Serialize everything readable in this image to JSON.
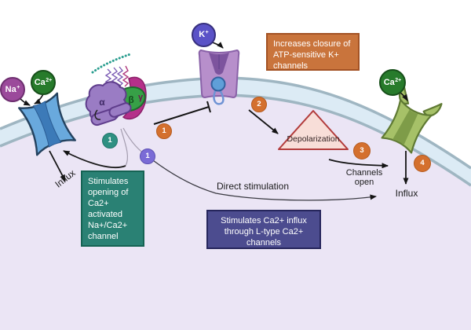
{
  "colors": {
    "background_outside": "#ffffff",
    "cytoplasm": "#ebe5f5",
    "membrane_fill": "#dcebf5",
    "membrane_line": "#9fb6c2",
    "orange_box": "#c9743c",
    "teal_box": "#2a8174",
    "navy_box": "#4c4c8f",
    "orange_badge": "#d4702e",
    "teal_badge": "#2e9082",
    "purple_badge": "#7a6bd6",
    "na_ion": "#9b4a9b",
    "ca_ion": "#277b2b",
    "k_ion": "#5a52c7",
    "blue_channel": "#69a9dd",
    "k_channel": "#b78fcb",
    "ca_channel": "#a6c168",
    "triangle_fill": "#f8ded8",
    "triangle_border": "#b23b3b"
  },
  "ions": {
    "na": {
      "base": "Na",
      "sup": "+"
    },
    "ca_left": {
      "base": "Ca",
      "sup": "2+"
    },
    "k": {
      "base": "K",
      "sup": "+"
    },
    "ca_right": {
      "base": "Ca",
      "sup": "2+"
    }
  },
  "gprotein": {
    "alpha": "α",
    "beta": "β",
    "gamma": "γ"
  },
  "steps": {
    "teal_1": "1",
    "orange_1": "1",
    "purple_1": "1",
    "step_2": "2",
    "step_3": "3",
    "step_4": "4"
  },
  "boxes": {
    "atp_k_channels": "Increases closure of ATP-sensitive K+ channels",
    "na_ca_channel": "Stimulates opening of Ca2+ activated Na+/Ca2+ channel",
    "l_type": "Stimulates Ca2+ influx through L-type Ca2+ channels"
  },
  "labels": {
    "depolarization": "Depolarization",
    "direct_stimulation": "Direct stimulation",
    "channels_open": "Channels open",
    "influx_left": "Influx",
    "influx_right": "Influx"
  }
}
